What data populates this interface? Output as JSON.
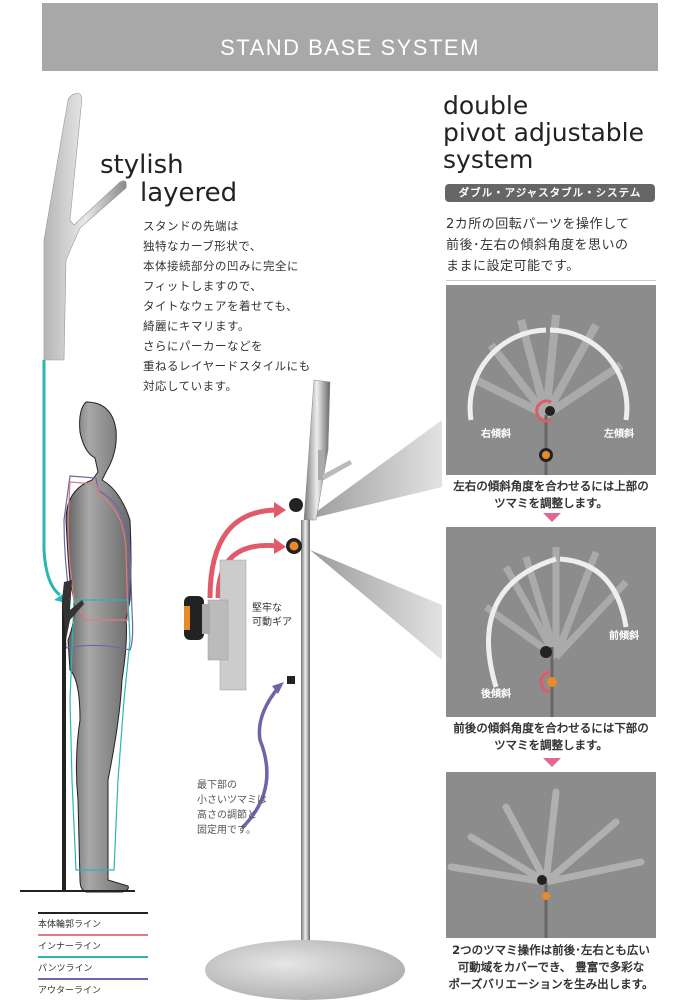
{
  "banner": {
    "title": "STAND BASE SYSTEM"
  },
  "left_section": {
    "heading_line1": "stylish",
    "heading_line2": "layered",
    "body_lines": [
      "スタンドの先端は",
      "独特なカーブ形状で、",
      "本体接続部分の凹みに完全に",
      "フィットしますので、",
      "タイトなウェアを着せても、",
      "綺麗にキマリます。",
      "さらにパーカーなどを",
      "重ねるレイヤードスタイルにも",
      "対応しています。"
    ]
  },
  "legend": {
    "items": [
      {
        "label": "本体輪郭ライン",
        "color": "#222222"
      },
      {
        "label": "インナーライン",
        "color": "#e07a84"
      },
      {
        "label": "パンツライン",
        "color": "#2bb5b5"
      },
      {
        "label": "アウターライン",
        "color": "#6a66a8"
      }
    ]
  },
  "middle_section": {
    "gear_label_line1": "堅牢な",
    "gear_label_line2": "可動ギア",
    "lower_knob_lines": [
      "最下部の",
      "小さいツマミは",
      "高さの調節と",
      "固定用です。"
    ]
  },
  "right_section": {
    "heading_line1": "double",
    "heading_line2": "pivot adjustable",
    "heading_line3": "system",
    "pill_label": "ダブル・アジャスタブル・システム",
    "intro_lines": [
      "2カ所の回転パーツを操作して",
      "前後･左右の傾斜角度を思いの",
      "ままに設定可能です。"
    ],
    "photos": [
      {
        "label_left": "右傾斜",
        "label_right": "左傾斜",
        "caption_lines": [
          "左右の傾斜角度を合わせるには上部の",
          "ツマミを調整します。"
        ]
      },
      {
        "label_left": "後傾斜",
        "label_right": "前傾斜",
        "caption_lines": [
          "前後の傾斜角度を合わせるには下部の",
          "ツマミを調整します。"
        ]
      },
      {
        "caption_lines": [
          "2つのツマミ操作は前後･左右とも広い",
          "可動域をカバーでき、 豊富で多彩な",
          "ポーズバリエーションを生み出します。"
        ]
      }
    ]
  },
  "colors": {
    "banner_bg": "#a8a8a8",
    "accent_pink": "#e26a91",
    "arrow_red": "#e05a6a",
    "arrow_blue": "#6a66a8",
    "teal": "#2bb5b5",
    "pill_bg": "#666666"
  }
}
